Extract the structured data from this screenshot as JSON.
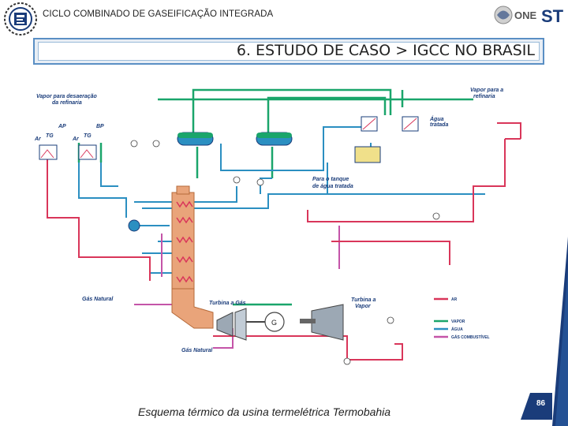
{
  "header": {
    "title": "CICLO COMBINADO DE GASEIFICAÇÃO INTEGRADA",
    "logo_right_text_a": "ONE",
    "logo_right_text_b": "ST"
  },
  "banner": {
    "text": "6. ESTUDO DE CASO > IGCC NO BRASIL"
  },
  "diagram": {
    "labels": {
      "vapor_desaeracao_1": "Vapor para desaeração",
      "vapor_desaeracao_2": "da refinaria",
      "vapor_refinaria_1": "Vapor para a",
      "vapor_refinaria_2": "refinaria",
      "agua_tratada_1": "Água",
      "agua_tratada_2": "tratada",
      "ap": "AP",
      "bp": "BP",
      "ar": "Ar",
      "tg": "TG",
      "tanque_1": "Para o tanque",
      "tanque_2": "de água tratada",
      "gas_natural": "Gás Natural",
      "turbina_gas": "Turbina a Gás",
      "turbina_vapor_1": "Turbina a",
      "turbina_vapor_2": "Vapor",
      "gas_natural_bottom": "Gás Natural",
      "generator": "G"
    },
    "legend": [
      {
        "label": "AR",
        "color": "#d9365a"
      },
      {
        "label": "VAPOR",
        "color": "#1aa56b"
      },
      {
        "label": "ÁGUA",
        "color": "#2b8fc1"
      },
      {
        "label": "GÁS COMBUSTÍVEL",
        "color": "#c454a8"
      }
    ],
    "colors": {
      "ar": "#d9365a",
      "vapor": "#1aa56b",
      "agua": "#2b8fc1",
      "gas": "#c454a8",
      "hrsg": "#e9a47a"
    }
  },
  "caption": "Esquema térmico da usina termelétrica Termobahia",
  "page_number": "86"
}
